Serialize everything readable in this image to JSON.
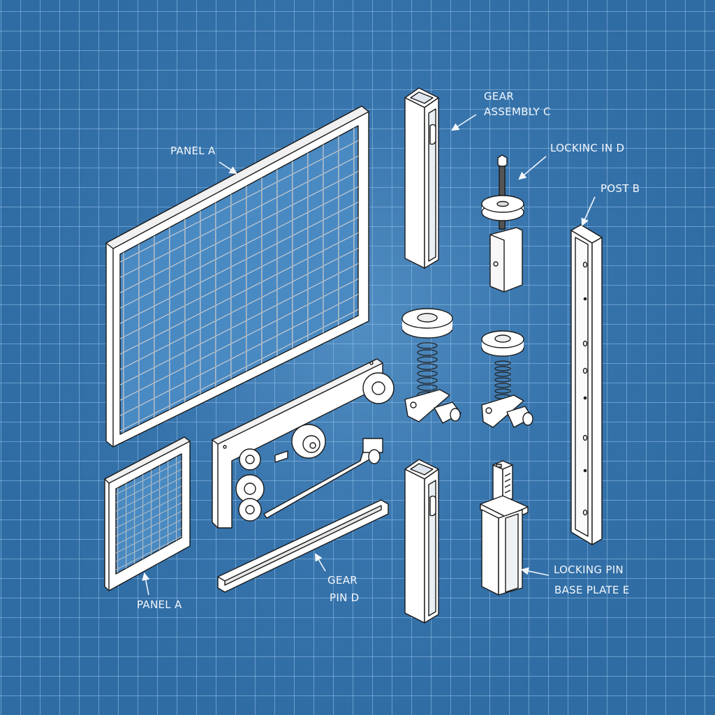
{
  "diagram": {
    "title": "",
    "style": "blueprint exploded isometric assembly",
    "colors": {
      "background": "#2f6ca3",
      "background_center": "#5a9bd0",
      "grid_line": "#8fc0e8",
      "part_fill": "#ffffff",
      "part_stroke": "#1a1a1a",
      "label_text": "#f2f6fb"
    },
    "labels": {
      "panel_a_top": "PANEL A",
      "gear_assembly_c_line1": "GEAR",
      "gear_assembly_c_line2": "ASSEMBLY C",
      "locking_pin_d": "LOCKINC IN D",
      "post_b": "POST B",
      "panel_a_bottom": "PANEL A",
      "gear_pin_d_line1": "GEAR",
      "gear_pin_d_line2": "PIN D",
      "locking_pin_line1": "LOCKING PIN",
      "base_plate_e": "BASE PLATE E"
    },
    "parts": [
      {
        "id": "panel-a-large",
        "name": "Panel A (large mesh panel)"
      },
      {
        "id": "panel-a-small",
        "name": "Panel A (small mesh panel)"
      },
      {
        "id": "post-upper",
        "name": "Square post (upper)"
      },
      {
        "id": "post-lower",
        "name": "Square post (lower)"
      },
      {
        "id": "locking-pin-d",
        "name": "Locking pin D with gear and clevis"
      },
      {
        "id": "post-b",
        "name": "Post B flat bar with holes"
      },
      {
        "id": "spring-gear-1",
        "name": "Spring gear assembly (left)"
      },
      {
        "id": "spring-gear-2",
        "name": "Spring gear assembly (right)"
      },
      {
        "id": "gear-frame",
        "name": "Gear frame assembly"
      },
      {
        "id": "channel-rail",
        "name": "U-channel rail"
      },
      {
        "id": "base-plate-e",
        "name": "Locking pin base plate E"
      }
    ]
  }
}
